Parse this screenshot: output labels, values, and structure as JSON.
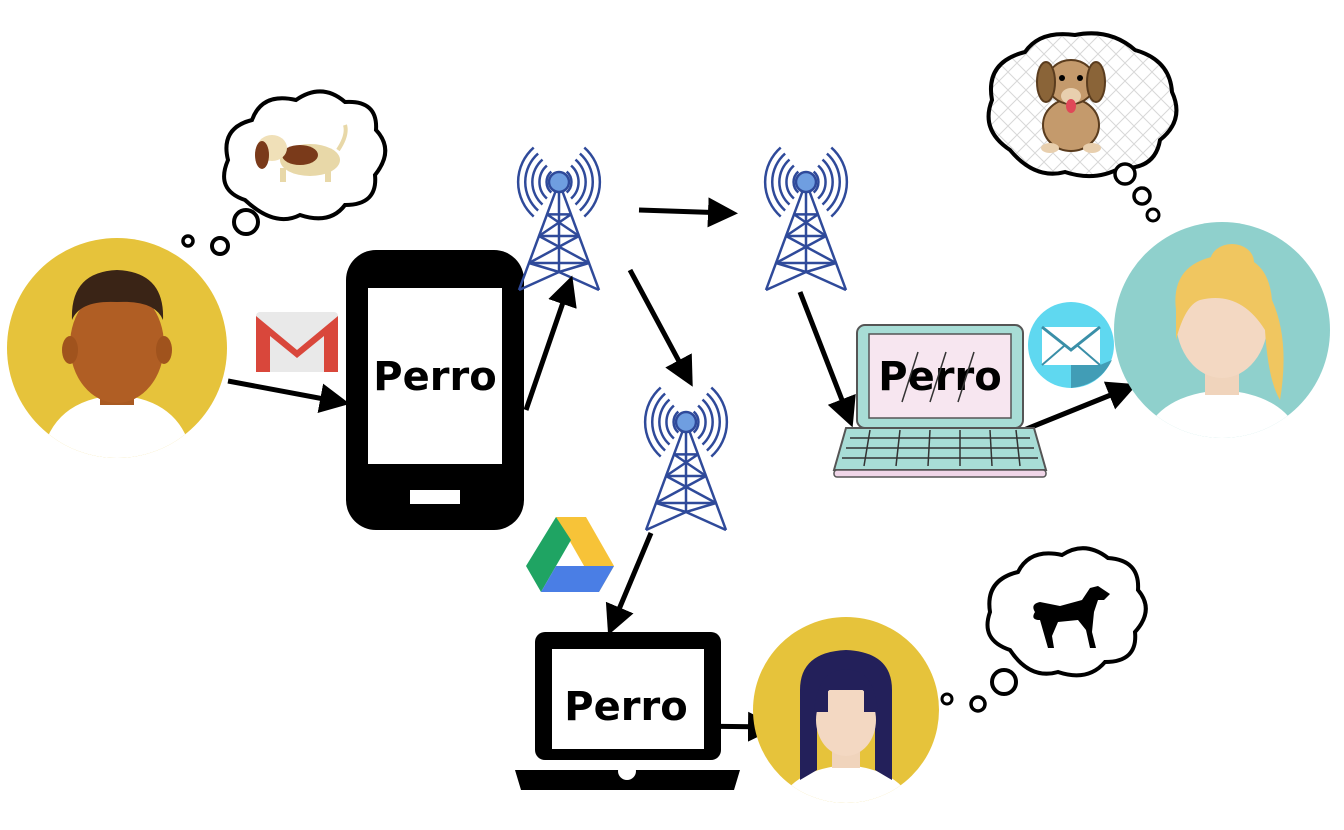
{
  "sender_phone": {
    "word": "Perro"
  },
  "receiver_laptop": {
    "word": "Perro"
  },
  "drive_laptop": {
    "word": "Perro"
  },
  "colors": {
    "sender_bg": "#e6c33b",
    "receiver_bg": "#8fd0cc",
    "drive_user_bg": "#e6c33b",
    "tower": "#2f4a9a",
    "tower_node": "#6f9ee0",
    "arrow": "#000000",
    "laptop_body": "#a8ddd6",
    "laptop_screen": "#f7e6f0",
    "mail_badge": "#5fd8f0"
  },
  "icons": {
    "sender_thought": "beagle-dog-icon",
    "receiver_thought": "puppy-dog-icon",
    "drive_user_thought": "dog-silhouette-icon",
    "gmail": "gmail-icon",
    "drive": "google-drive-icon",
    "mail": "envelope-icon"
  }
}
